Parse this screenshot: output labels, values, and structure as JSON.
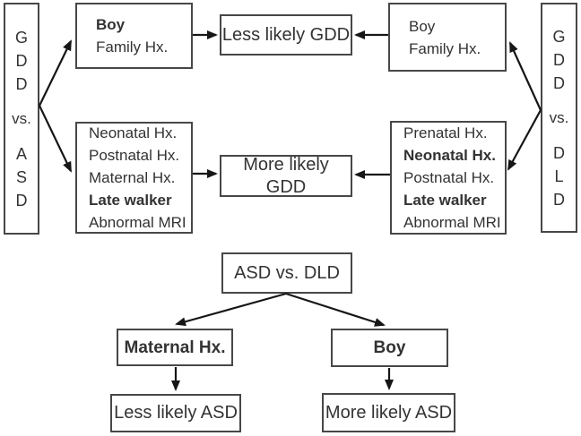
{
  "figure": {
    "description": "Flow diagram of clinical factors differentiating GDD from ASD and DLD"
  },
  "colors": {
    "background": "#ffffff",
    "box_border": "#474747",
    "text": "#333333",
    "arrow": "#161616"
  },
  "left_selector": {
    "chars": [
      "G",
      "D",
      "D",
      "vs.",
      "A",
      "S",
      "D"
    ]
  },
  "right_selector": {
    "chars": [
      "G",
      "D",
      "D",
      "vs.",
      "D",
      "L",
      "D"
    ]
  },
  "boxes": {
    "asd_top": {
      "lines": [
        "Boy",
        "Family Hx."
      ]
    },
    "dld_top": {
      "lines": [
        "Boy",
        "Family Hx."
      ]
    },
    "asd_factors": {
      "lines": [
        "Neonatal Hx.",
        "Postnatal Hx.",
        "Maternal Hx.",
        "Late walker",
        "Abnormal MRI"
      ]
    },
    "dld_factors": {
      "lines": [
        "Prenatal Hx.",
        "Neonatal Hx.",
        "Postnatal Hx.",
        "Late walker",
        "Abnormal MRI"
      ]
    },
    "less_likely_gdd": "Less likely GDD",
    "more_likely_gdd": "More likely GDD",
    "asd_vs_dld": "ASD vs. DLD",
    "maternal_hx": "Maternal Hx.",
    "boy": "Boy",
    "less_likely_asd": "Less likely ASD",
    "more_likely_asd": "More likely ASD"
  }
}
